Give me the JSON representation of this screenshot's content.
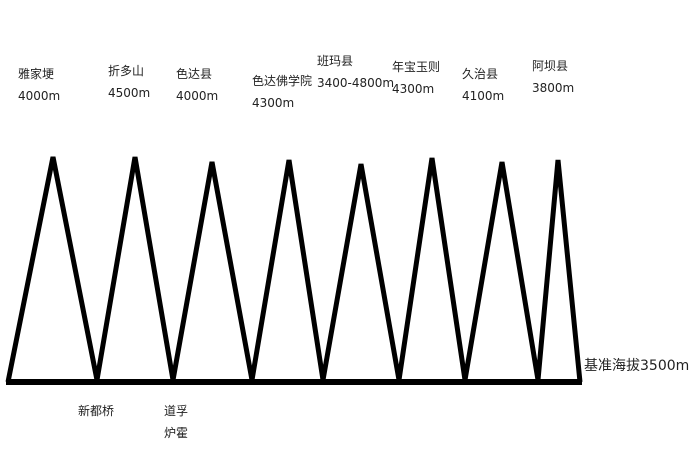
{
  "peaks": [
    {
      "name": "雅家埂",
      "altitude": "4000m"
    },
    {
      "name": "折多山",
      "altitude": "4500m"
    },
    {
      "name": "色达县",
      "altitude": "4000m"
    },
    {
      "name": "色达佛学院",
      "altitude": "4300m"
    },
    {
      "name": "班玛县",
      "altitude": "3400-4800m"
    },
    {
      "name": "年宝玉则",
      "altitude": "4300m"
    },
    {
      "name": "久治县",
      "altitude": "4100m"
    },
    {
      "name": "阿坝县",
      "altitude": "3800m"
    }
  ],
  "valleys": [
    {
      "lines": [
        "新都桥"
      ]
    },
    {
      "lines": [
        "道孚",
        "炉霍"
      ]
    }
  ],
  "baseline_label": "基准海拔3500m",
  "line_color": "#000000"
}
